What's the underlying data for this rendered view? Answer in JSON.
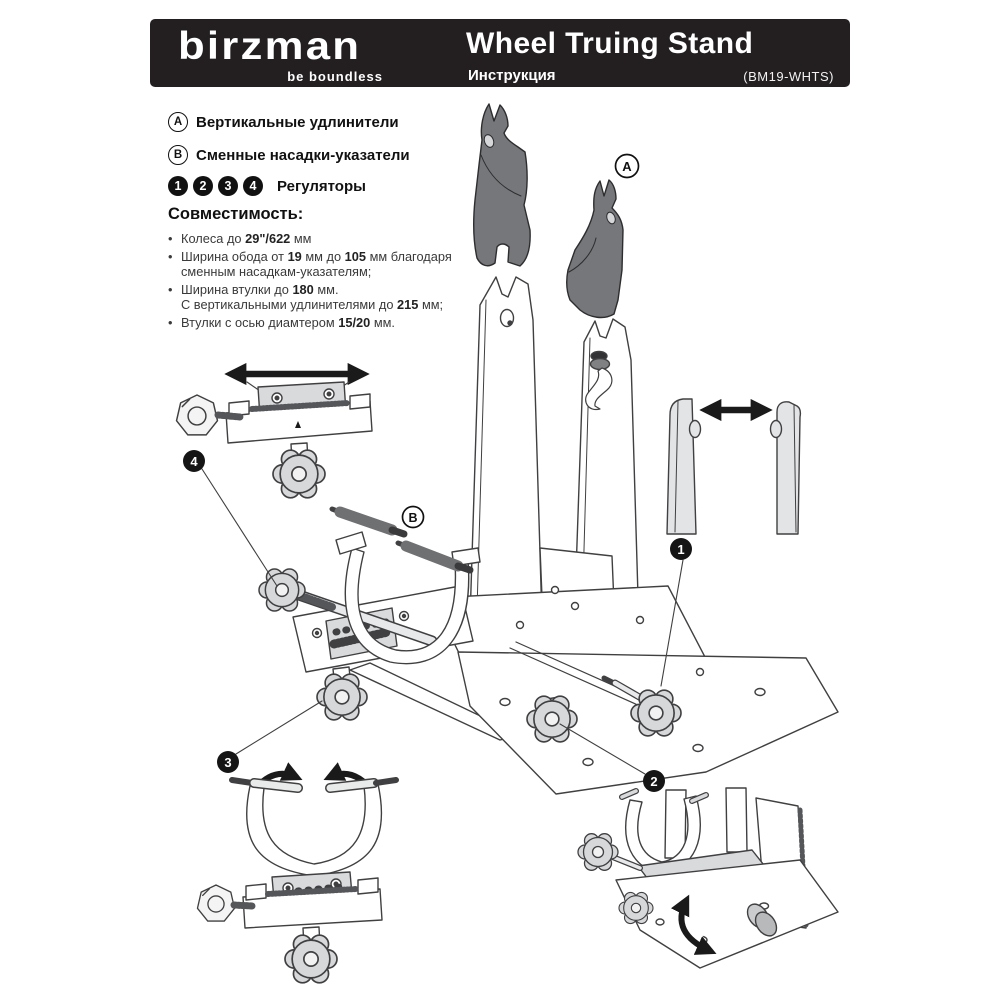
{
  "header": {
    "brand": "birzman",
    "tagline": "be boundless",
    "title": "Wheel Truing Stand",
    "subtitle": "Инструкция",
    "model": "(BM19-WHTS)"
  },
  "legend": {
    "vertical_extenders": {
      "marker": "A",
      "label": "Вертикальные удлинители"
    },
    "tip_adapters": {
      "marker": "B",
      "label": "Сменные насадки-указатели"
    },
    "regulators": {
      "markers": [
        "1",
        "2",
        "3",
        "4"
      ],
      "label": "Регуляторы"
    }
  },
  "compatibility": {
    "heading": "Совместимость:",
    "bullets": [
      [
        {
          "t": "Колеса до "
        },
        {
          "t": "29\"/622",
          "b": true
        },
        {
          "t": " мм"
        }
      ],
      [
        {
          "t": "Ширина обода от "
        },
        {
          "t": "19",
          "b": true
        },
        {
          "t": " мм до "
        },
        {
          "t": "105",
          "b": true
        },
        {
          "t": " мм благодаря\nсменным насадкам-указателям;"
        }
      ],
      [
        {
          "t": "Ширина втулки до "
        },
        {
          "t": "180",
          "b": true
        },
        {
          "t": " мм.\nС вертикальными удлинителями до "
        },
        {
          "t": "215",
          "b": true
        },
        {
          "t": " мм;"
        }
      ],
      [
        {
          "t": "Втулки с осью диамтером "
        },
        {
          "t": "15/20",
          "b": true
        },
        {
          "t": " мм."
        }
      ]
    ]
  },
  "diagram": {
    "callouts": {
      "a": "A",
      "b": "B",
      "n1": "1",
      "n2": "2",
      "n3": "3",
      "n4": "4"
    }
  },
  "colors": {
    "header_bg": "#231f20",
    "line": "#404042",
    "dark_part": "#76777a",
    "light_part": "#d9dadb",
    "callout_fill": "#111111"
  }
}
